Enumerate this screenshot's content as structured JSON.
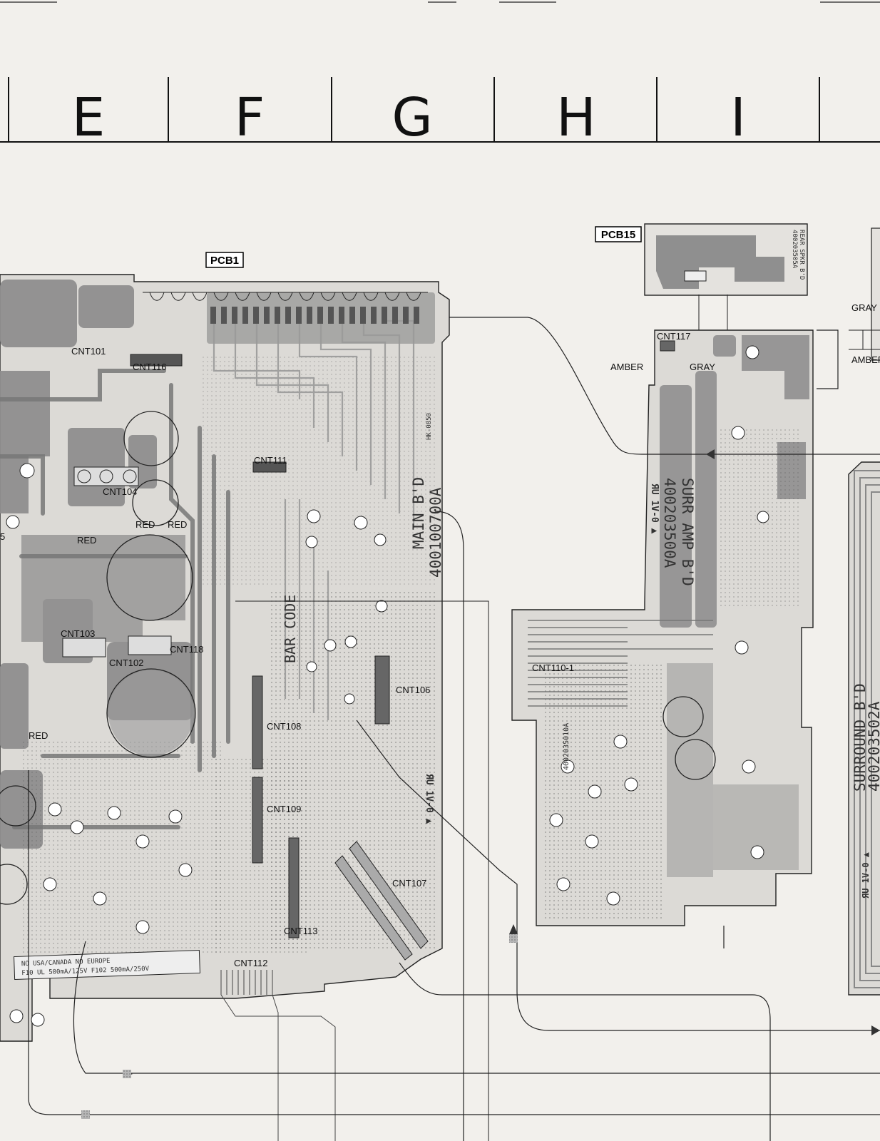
{
  "column_header": {
    "letters": [
      "E",
      "F",
      "G",
      "H",
      "I"
    ]
  },
  "boards": {
    "pcb1": {
      "tag": "PCB1",
      "silk_name": "MAIN B'D",
      "silk_number": "400100700A",
      "bar_code": "BAR CODE",
      "model_code": "HK-0850",
      "ul_mark": "ЯU 1V-0 ▲",
      "fuse_table": {
        "row1": "NO  USA/CANADA  NO  EUROPE",
        "row2": "F10 UL 500mA/125V  F102 500mA/250V"
      },
      "connectors": [
        "CNT104",
        "CNT103",
        "CNT102",
        "CNT118",
        "CNT106",
        "CNT108",
        "CNT109",
        "CNT107",
        "CNT112",
        "CNT113",
        "CNT116",
        "CNT111",
        "CNT101"
      ],
      "wire_labels": [
        "RED",
        "RED",
        "RED",
        "RED"
      ],
      "edge_label": "5"
    },
    "pcb15": {
      "tag": "PCB15",
      "silk_name": "REAR SPKR B'D",
      "silk_number": "400203505A"
    },
    "surr_amp": {
      "silk_name": "SURR AMP B'D",
      "silk_number": "400203500A",
      "ul_mark": "ЯU 1V-0 ▲",
      "sub_number": "4002035010A",
      "connectors": [
        "CNT117",
        "CNT110-1"
      ],
      "wire_labels": [
        "AMBER",
        "GRAY"
      ]
    },
    "surround": {
      "silk_name": "SURROUND B'D",
      "silk_number": "400203502A",
      "ul_mark": "ЯU 1V-0 ▲",
      "wire_labels": [
        "GRAY",
        "AMBER"
      ]
    }
  },
  "colors": {
    "background": "#f2f0ec",
    "copper": "#8f8f8f",
    "copper_light": "#a9a9a9",
    "ink": "#111111"
  }
}
